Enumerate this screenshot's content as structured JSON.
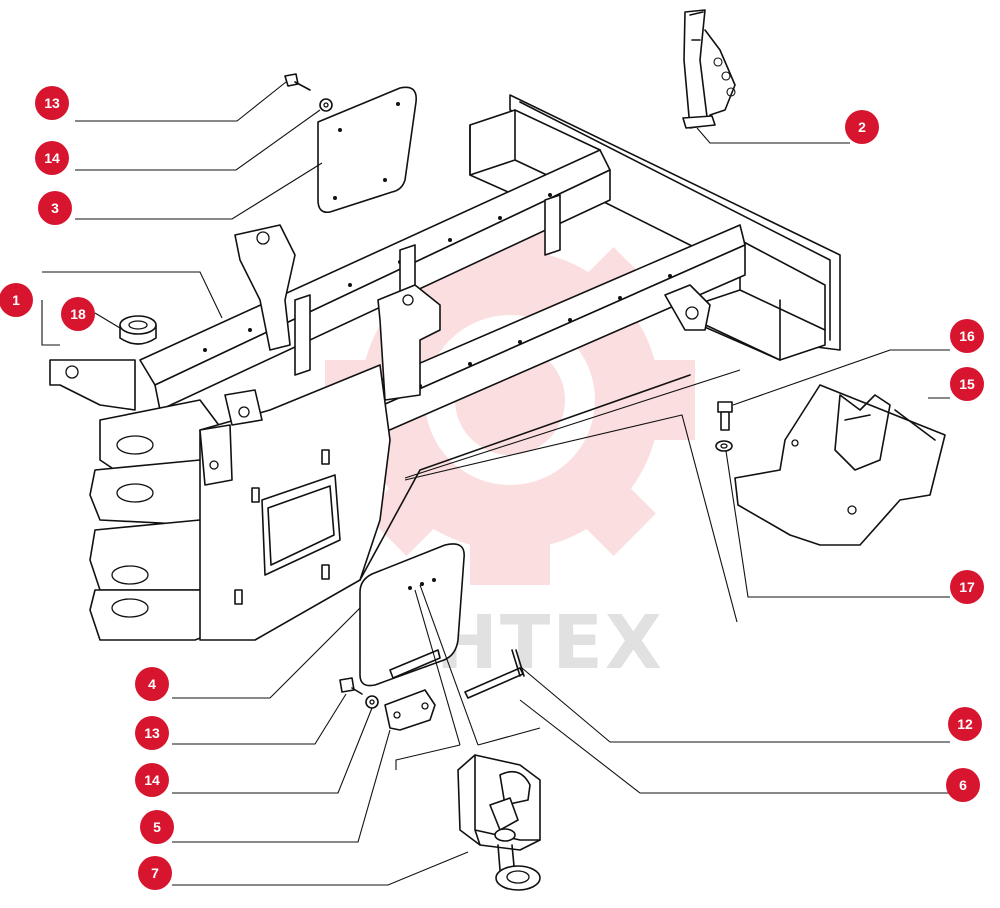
{
  "watermark": {
    "text": "ИНТЕХ",
    "color": "#e8383d"
  },
  "callouts": [
    {
      "label": "13",
      "part": "bolt (top)"
    },
    {
      "label": "14",
      "part": "washer (top)"
    },
    {
      "label": "3",
      "part": "cover plate (top)"
    },
    {
      "label": "1",
      "part": "frame"
    },
    {
      "label": "18",
      "part": "bushing"
    },
    {
      "label": "2",
      "part": "pin with chain"
    },
    {
      "label": "16",
      "part": "bolt"
    },
    {
      "label": "15",
      "part": "bracket plate"
    },
    {
      "label": "17",
      "part": "washer"
    },
    {
      "label": "4",
      "part": "cover plate (bottom)"
    },
    {
      "label": "13",
      "part": "bolt (bottom)"
    },
    {
      "label": "14",
      "part": "washer (bottom)"
    },
    {
      "label": "5",
      "part": "hinge bracket"
    },
    {
      "label": "7",
      "part": "socket"
    },
    {
      "label": "12",
      "part": "cotter pin"
    },
    {
      "label": "6",
      "part": "hinge pin"
    }
  ],
  "colors": {
    "badge": "#d7152f",
    "line": "#111111",
    "background": "#ffffff"
  }
}
